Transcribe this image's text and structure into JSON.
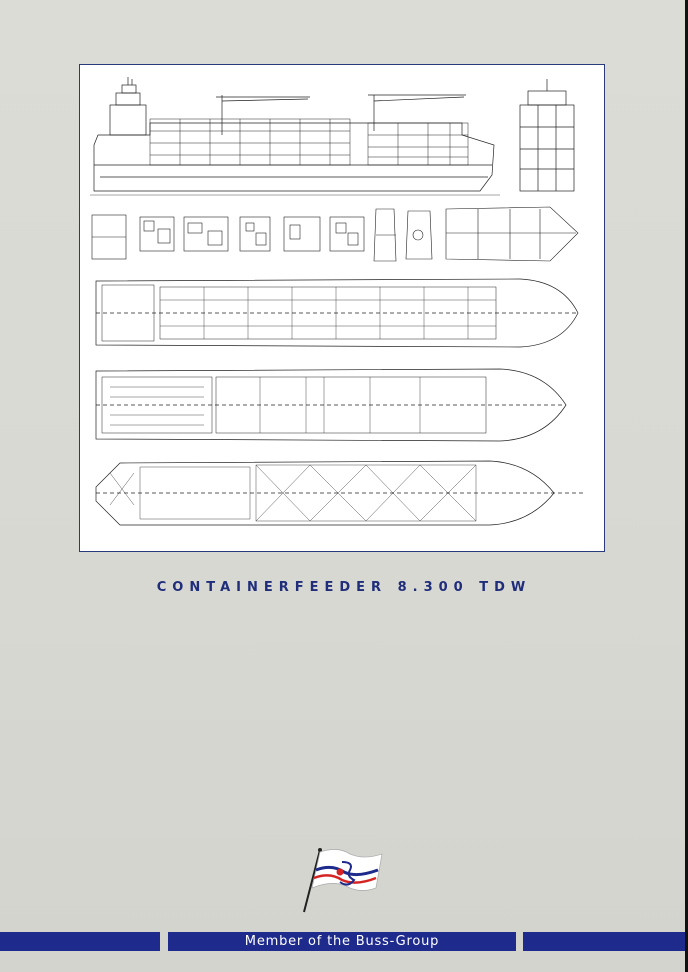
{
  "document": {
    "caption": "CONTAINERFEEDER 8.300 TDW",
    "footer": "Member of the Buss-Group"
  },
  "colors": {
    "page_background": "#d9d9d3",
    "brand_blue": "#1e2a8c",
    "caption_blue": "#1f2d7b",
    "flag_red": "#d62424"
  },
  "images": {
    "ship_plan": "general-arrangement-drawing",
    "logo": "buss-group-flag-logo"
  }
}
